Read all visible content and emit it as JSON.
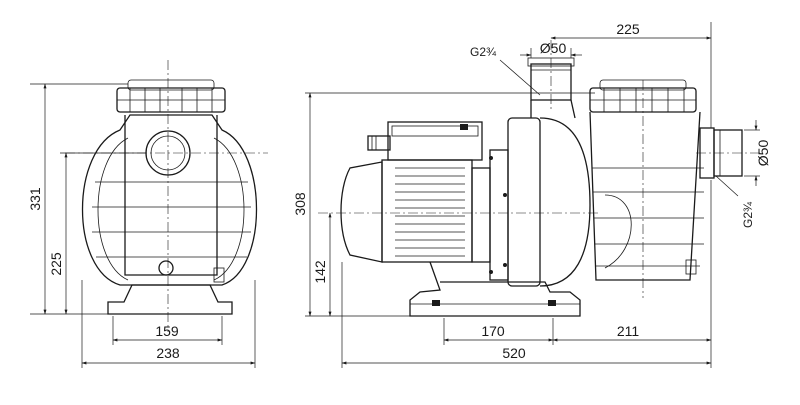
{
  "front_view": {
    "width_label": "238",
    "foot_label": "159",
    "height_label": "331",
    "inlet_height_label": "225"
  },
  "side_view": {
    "height_label": "308",
    "axis_height_label": "142",
    "foot_label": "170",
    "front_label": "211",
    "length_label": "520",
    "top_offset_label": "225",
    "top_port_diameter": "Ø50",
    "top_thread": "G2¾",
    "side_port_diameter": "Ø50",
    "side_thread": "G2¾"
  }
}
